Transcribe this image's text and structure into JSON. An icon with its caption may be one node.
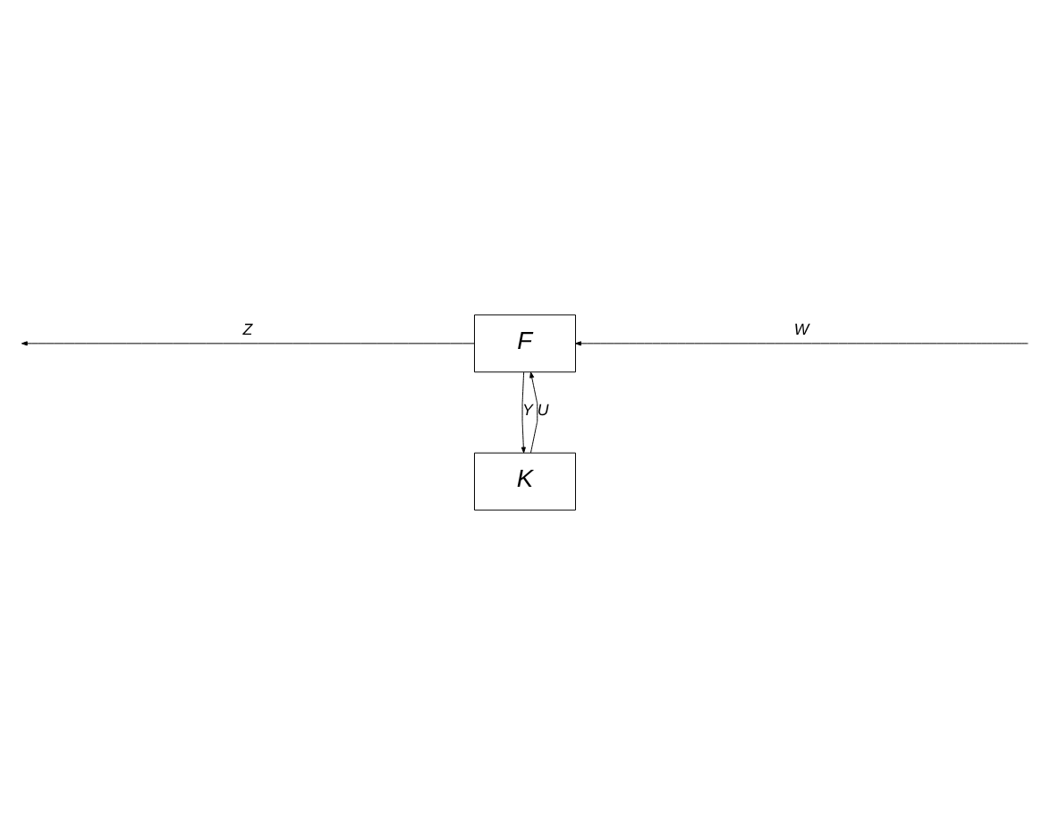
{
  "diagram": {
    "nodes": [
      {
        "text": [
          "F"
        ]
      },
      {
        "text": [
          "K"
        ]
      }
    ],
    "edges": [
      {
        "from": 0,
        "to": null,
        "arrow": "to",
        "label": "Z"
      },
      {
        "from": null,
        "to": 0,
        "arrow": "to",
        "label": "W"
      },
      {
        "from": 0,
        "to": 1,
        "arrow": "to",
        "label": "Y"
      },
      {
        "from": 1,
        "to": 0,
        "arrow": "to",
        "label": "U"
      }
    ]
  }
}
